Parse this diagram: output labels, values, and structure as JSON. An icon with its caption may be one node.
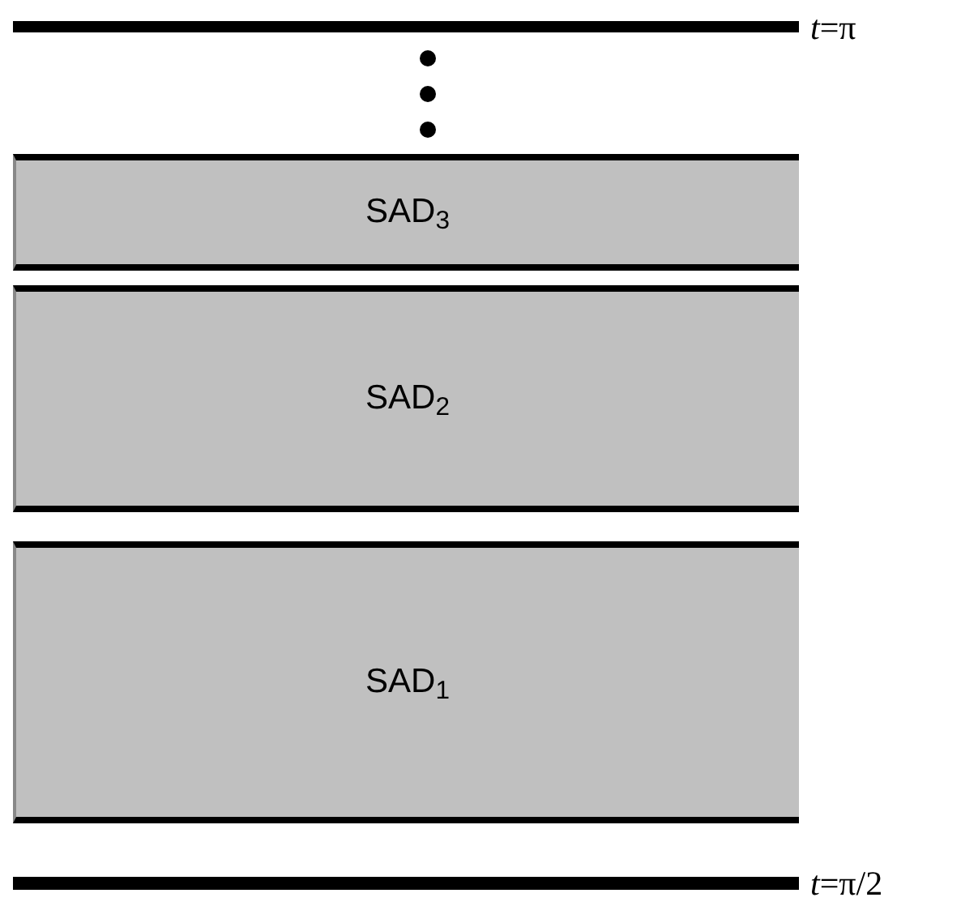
{
  "diagram": {
    "nodes": [
      {
        "text": [
          "SAD$_{3}$"
        ]
      },
      {
        "text": [
          "SAD$_{2}$"
        ]
      },
      {
        "text": [
          "SAD$_{1}$"
        ]
      }
    ],
    "labels": [
      "*t*=π",
      "*t*=π/2"
    ]
  }
}
